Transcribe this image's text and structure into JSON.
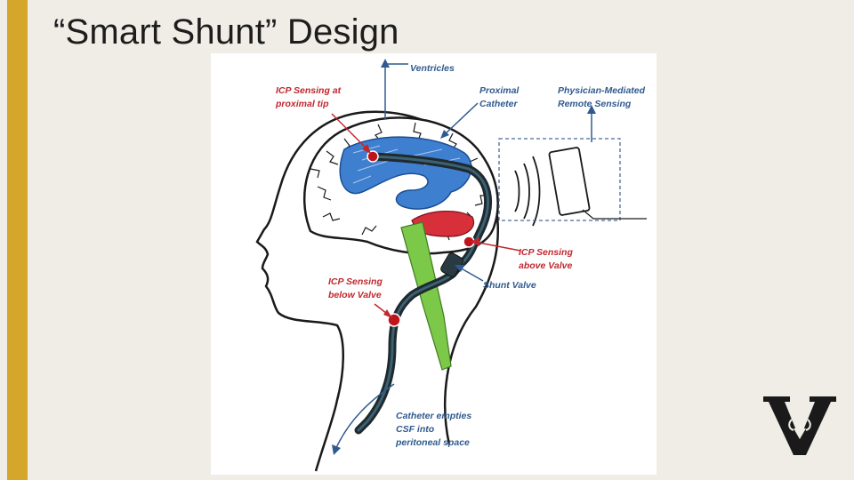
{
  "slide": {
    "title": "“Smart Shunt” Design"
  },
  "diagram": {
    "labels": {
      "ventricles": "Ventricles",
      "icp_proximal_line1": "ICP Sensing at",
      "icp_proximal_line2": "proximal tip",
      "proximal_catheter_line1": "Proximal",
      "proximal_catheter_line2": "Catheter",
      "remote_line1": "Physician-Mediated",
      "remote_line2": "Remote Sensing",
      "icp_above_line1": "ICP Sensing",
      "icp_above_line2": "above Valve",
      "shunt_valve": "Shunt Valve",
      "icp_below_line1": "ICP Sensing",
      "icp_below_line2": "below Valve",
      "catheter_line1": "Catheter empties",
      "catheter_line2": "CSF into",
      "catheter_line3": "peritoneal space"
    }
  },
  "colors": {
    "accent": "#d4a62a",
    "label_red": "#c0272d",
    "label_blue": "#2f5a8f",
    "background": "#efede6"
  }
}
